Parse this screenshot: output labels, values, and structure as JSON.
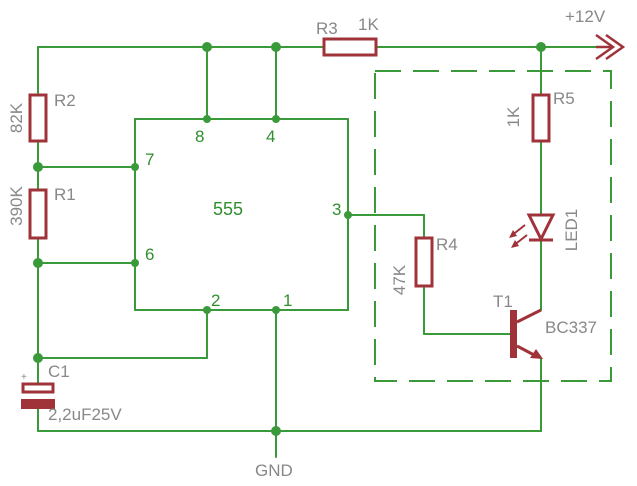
{
  "ic": {
    "name": "555",
    "pins": {
      "p8": "8",
      "p4": "4",
      "p7": "7",
      "p6": "6",
      "p3": "3",
      "p2": "2",
      "p1": "1"
    }
  },
  "supply": {
    "label": "+12V"
  },
  "ground": {
    "label": "GND"
  },
  "R1": {
    "name": "R1",
    "value": "390K"
  },
  "R2": {
    "name": "R2",
    "value": "82K"
  },
  "R3": {
    "name": "R3",
    "value": "1K"
  },
  "R4": {
    "name": "R4",
    "value": "47K"
  },
  "R5": {
    "name": "R5",
    "value": "1K"
  },
  "C1": {
    "name": "C1",
    "value": "2,2uF25V",
    "polarity": "+"
  },
  "LED1": {
    "name": "LED1"
  },
  "T1": {
    "name": "T1",
    "value": "BC337"
  },
  "colors": {
    "wire": "#3a9a3a",
    "component": "#a0333a",
    "label": "#888888",
    "pin_label": "#2f8f2f",
    "background": "#ffffff"
  }
}
